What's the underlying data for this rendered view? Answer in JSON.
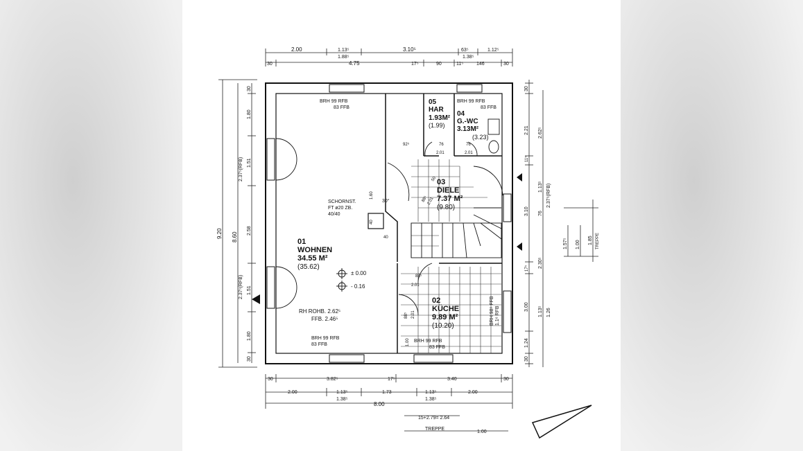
{
  "rooms": {
    "wohnen": {
      "number": "01",
      "name": "WOHNEN",
      "area": "34.55 M²",
      "area_alt": "(35.62)"
    },
    "kueche": {
      "number": "02",
      "name": "KÜCHE",
      "area": "9.89 M²",
      "area_alt": "(10.20)"
    },
    "diele": {
      "number": "03",
      "name": "DIELE",
      "area": "7.37 M²",
      "area_alt": "(9.80)"
    },
    "gwc": {
      "number": "04",
      "name": "G.-WC",
      "area": "3.13M²",
      "area_alt": "(3.23)"
    },
    "har": {
      "number": "05",
      "name": "HAR",
      "area": "1.93M²",
      "area_alt": "(1.99)"
    }
  },
  "notes": {
    "brh_top_1": "BRH 99 RFB",
    "brh_top_2": "83 FFB",
    "brh_wc_1": "BRH 99 RFB",
    "brh_wc_2": "83 FFB",
    "brh_bottom_1": "BRH 99 RFB",
    "brh_bottom_2": "83 FFB",
    "brh_kitchen_1": "BRH 99 RFB",
    "brh_kitchen_2": "83 FFB",
    "brh_kitchen_side": "BRH 98⁵ FFB",
    "brh_kitchen_side2": "1.1⁶ RFB",
    "schornstein_1": "SCHORNST.",
    "schornstein_2": "FT ø20 ZB.",
    "schornstein_3": "40/40",
    "level_1": "± 0.00",
    "level_2": "- 0.16",
    "rh_rohb": "RH ROHB. 2.62⁵",
    "ffb": "FFB.   2.46⁵",
    "angle": "30°",
    "stair": "TREPPE",
    "stair_formula": "15+2.79= 2.64"
  },
  "dims": {
    "top_row1": [
      "2.00",
      "1.13⁵",
      "3.10⁵",
      "63⁵",
      "1.12⁵"
    ],
    "top_row2": [
      "1.88⁵"
    ],
    "top_row3": [
      "30",
      "4.75",
      "17⁵",
      "90",
      "11⁵",
      "146",
      "30"
    ],
    "top_sub": "1.38⁵",
    "bottom_row1": [
      "30",
      "3.82⁵",
      "17⁵",
      "3.40",
      "30"
    ],
    "bottom_row2": [
      "2.00",
      "1.13⁵",
      "1.73",
      "1.13⁵",
      "2.00"
    ],
    "bottom_row3": [
      "1.38⁵",
      "1.38⁵"
    ],
    "bottom_total": "8.00",
    "left_outer": "9.20",
    "left_inner": "8.60",
    "left_segments": [
      "30",
      "1.80",
      "1.51",
      "2.58",
      "1.51",
      "1.80",
      "30"
    ],
    "left_window_1": "2.37⁵(RFB)",
    "left_window_2": "2.37⁵(RFB)",
    "right_segments": [
      "30",
      "2.21",
      "11⁵",
      "3.10",
      "17⁵",
      "3.00",
      "1.24",
      "30"
    ],
    "right_extra": [
      "2.62⁵",
      "1.13⁵",
      "2.37⁵(RFB)",
      "76",
      "2.30⁵",
      "1.13⁵",
      "1.26"
    ],
    "stair_dims": [
      "1.57⁵",
      "1.00",
      "1.85"
    ],
    "stair_bottom": "1.00",
    "inner": [
      "92⁵",
      "76",
      "2.01",
      "76",
      "2.01",
      "1.60",
      "40",
      "40",
      "88⁵",
      "2.01",
      "88⁵",
      "2.01",
      "1.00",
      "88⁵",
      "2.01",
      "50"
    ]
  }
}
